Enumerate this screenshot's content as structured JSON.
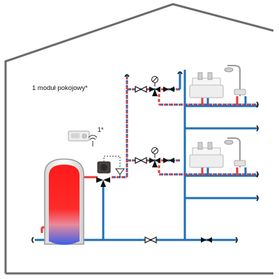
{
  "labels": {
    "room_module": "1 moduł pokojowy*",
    "module_id": "1*"
  },
  "colors": {
    "house_outline": "#6a6a6a",
    "hot_pipe": "#e53935",
    "cold_pipe": "#1e6fb8",
    "tank_hot": "#ff1a1a",
    "tank_cold": "#3366ee"
  },
  "icons": [
    "water-tank",
    "mixing-valve",
    "check-valve",
    "thermometer-icon",
    "sink",
    "shower",
    "room-module-device",
    "wireless-signal-icon",
    "pipe-break-icon"
  ]
}
